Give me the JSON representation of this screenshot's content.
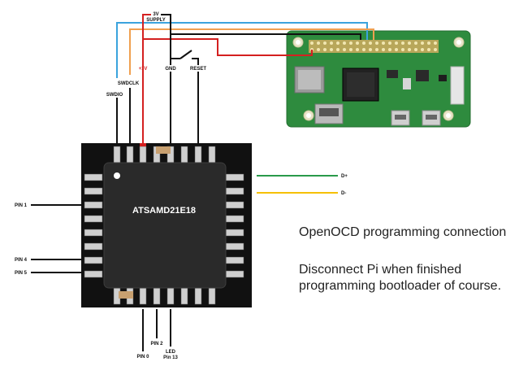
{
  "supply": {
    "line1": "3V",
    "line2": "SUPPLY"
  },
  "swd": {
    "swdio": "SWDIO",
    "swdclk": "SWDCLK",
    "plus3v": "+3V",
    "gnd": "GND",
    "reset": "RESET"
  },
  "chip": {
    "name": "ATSAMD21E18"
  },
  "pins": {
    "pin1": "PIN 1",
    "pin4": "PIN 4",
    "pin5": "PIN 5",
    "pin0": "PIN 0",
    "pin2": "PIN 2",
    "led": "LED",
    "pin13": "Pin 13"
  },
  "usb": {
    "dplus": "D+",
    "dminus": "D-"
  },
  "notes": {
    "line1": "OpenOCD programming connection",
    "line2": "Disconnect Pi when finished",
    "line3": "programming bootloader of course."
  },
  "colors": {
    "swdio": "#3ba3dd",
    "swdclk": "#f0a050",
    "plus3v": "#d42020",
    "gnd": "#111111",
    "dplus": "#2a9a4a",
    "dminus": "#f5c000",
    "board": "#2e8b3e",
    "chip_body": "#111111"
  }
}
